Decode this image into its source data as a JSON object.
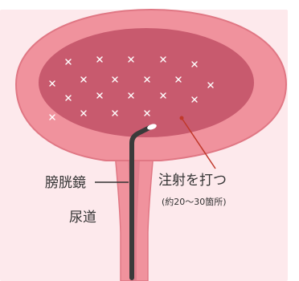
{
  "labels": {
    "cystoscope": "膀胱鏡",
    "urethra": "尿道",
    "injection": "注射を打つ",
    "injection_note": "(約20～30箇所)"
  },
  "colors": {
    "background_panel": "#fde9ec",
    "bladder_wall": "#f0929d",
    "bladder_outline": "#e07784",
    "bladder_interior": "#c85a6e",
    "urethra_wall": "#f0929d",
    "urethra_lumen": "#e17f8e",
    "scope": "#3a3a3a",
    "scope_tip": "#ffffff",
    "injection_mark": "#ffffff",
    "pointer_line": "#c0392b"
  },
  "injection_sites_count": 20
}
